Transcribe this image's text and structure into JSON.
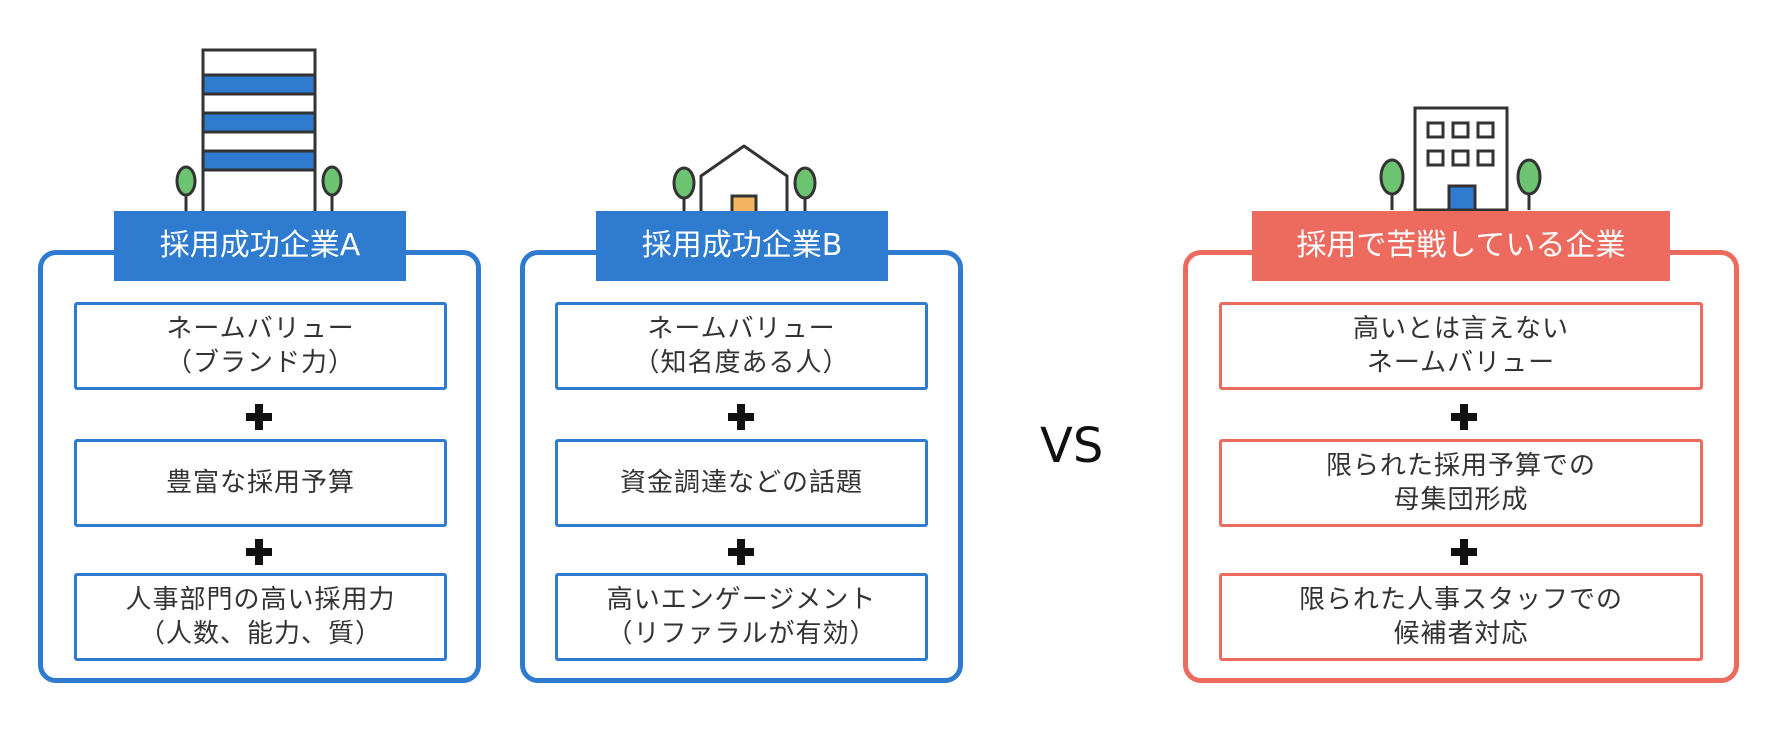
{
  "colors": {
    "blue": "#2e7bcf",
    "red": "#ec6b5e",
    "tree": "#6cc470",
    "door": "#f5b560"
  },
  "vs_label": "VS",
  "columns": [
    {
      "title": "採用成功企業A",
      "icon": "tall-building-icon",
      "items": [
        {
          "line1": "ネームバリュー",
          "line2": "（ブランド力）"
        },
        {
          "line1": "豊富な採用予算",
          "line2": ""
        },
        {
          "line1": "人事部門の高い採用力",
          "line2": "（人数、能力、質）"
        }
      ]
    },
    {
      "title": "採用成功企業B",
      "icon": "house-icon",
      "items": [
        {
          "line1": "ネームバリュー",
          "line2": "（知名度ある人）"
        },
        {
          "line1": "資金調達などの話題",
          "line2": ""
        },
        {
          "line1": "高いエンゲージメント",
          "line2": "（リファラルが有効）"
        }
      ]
    },
    {
      "title": "採用で苦戦している企業",
      "icon": "office-building-icon",
      "items": [
        {
          "line1": "高いとは言えない",
          "line2": "ネームバリュー"
        },
        {
          "line1": "限られた採用予算での",
          "line2": "母集団形成"
        },
        {
          "line1": "限られた人事スタッフでの",
          "line2": "候補者対応"
        }
      ]
    }
  ]
}
